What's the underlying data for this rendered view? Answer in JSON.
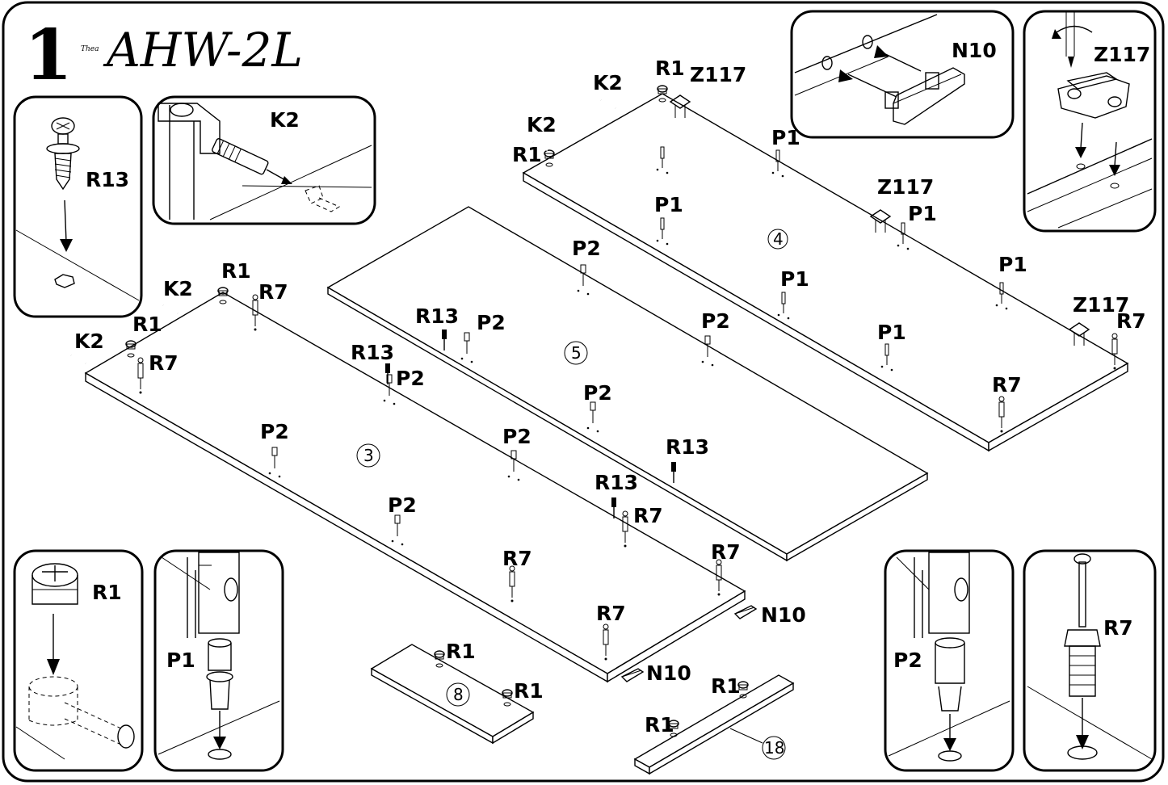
{
  "header": {
    "step_number": "1",
    "brand": "Thea",
    "model": "AHW-2L"
  },
  "panels": [
    {
      "id": "3",
      "label": "3"
    },
    {
      "id": "4",
      "label": "4"
    },
    {
      "id": "5",
      "label": "5"
    },
    {
      "id": "8",
      "label": "8"
    },
    {
      "id": "18",
      "label": "18"
    }
  ],
  "detail_insets": [
    {
      "name": "R13",
      "label": "R13"
    },
    {
      "name": "K2",
      "label": "K2"
    },
    {
      "name": "N10",
      "label": "N10"
    },
    {
      "name": "Z117",
      "label": "Z117"
    },
    {
      "name": "R1",
      "label": "R1"
    },
    {
      "name": "P1",
      "label": "P1"
    },
    {
      "name": "P2",
      "label": "P2"
    },
    {
      "name": "R7",
      "label": "R7"
    }
  ],
  "part_labels": [
    {
      "text": "K2"
    },
    {
      "text": "R1"
    },
    {
      "text": "Z117"
    },
    {
      "text": "K2"
    },
    {
      "text": "R1"
    },
    {
      "text": "P1"
    },
    {
      "text": "P1"
    },
    {
      "text": "Z117"
    },
    {
      "text": "P1"
    },
    {
      "text": "P1"
    },
    {
      "text": "P1"
    },
    {
      "text": "P1"
    },
    {
      "text": "Z117"
    },
    {
      "text": "R7"
    },
    {
      "text": "R7"
    },
    {
      "text": "P2"
    },
    {
      "text": "R13"
    },
    {
      "text": "P2"
    },
    {
      "text": "P2"
    },
    {
      "text": "P2"
    },
    {
      "text": "R13"
    },
    {
      "text": "R1"
    },
    {
      "text": "R7"
    },
    {
      "text": "K2"
    },
    {
      "text": "R1"
    },
    {
      "text": "K2"
    },
    {
      "text": "R7"
    },
    {
      "text": "R13"
    },
    {
      "text": "P2"
    },
    {
      "text": "P2"
    },
    {
      "text": "P2"
    },
    {
      "text": "P2"
    },
    {
      "text": "R13"
    },
    {
      "text": "R7"
    },
    {
      "text": "R7"
    },
    {
      "text": "R7"
    },
    {
      "text": "R7"
    },
    {
      "text": "N10"
    },
    {
      "text": "N10"
    },
    {
      "text": "R1"
    },
    {
      "text": "R1"
    },
    {
      "text": "R1"
    },
    {
      "text": "R1"
    }
  ]
}
